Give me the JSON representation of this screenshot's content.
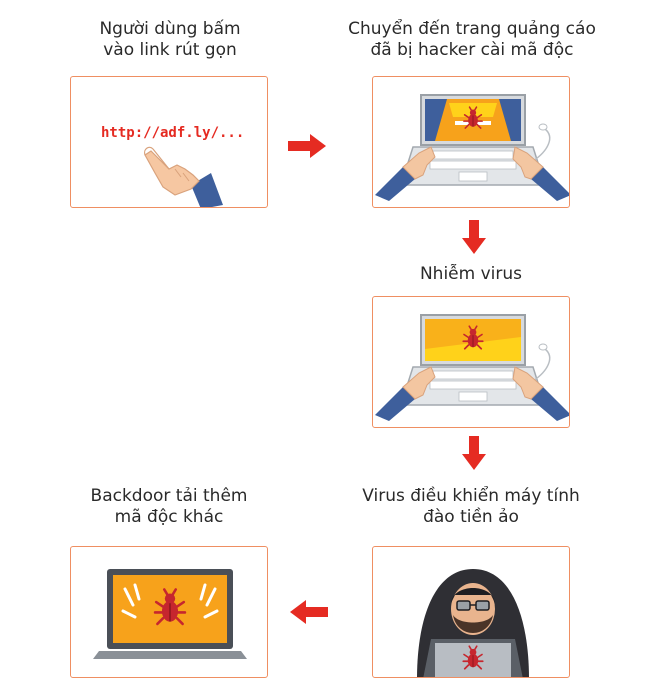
{
  "colors": {
    "panel_border": "#ef8f62",
    "arrow": "#e52b22",
    "url_text": "#e52b22",
    "screen_orange": "#f7a21b",
    "screen_yellow": "#ffd21a",
    "bug_red": "#c6262e",
    "laptop_silver": "#c9cdd2",
    "sleeve_blue": "#3e5f9c"
  },
  "steps": [
    {
      "id": "click",
      "caption_lines": [
        "Người dùng bấm",
        "vào link rút gọn"
      ],
      "url": "http://adf.ly/...",
      "icon": "pointing-hand-icon"
    },
    {
      "id": "redirect",
      "caption_lines": [
        "Chuyển đến trang quảng cáo",
        "đã bị hacker cài mã độc"
      ],
      "icon": "laptop-malicious-ad-icon"
    },
    {
      "id": "infect",
      "caption_lines": [
        "Nhiễm virus"
      ],
      "icon": "laptop-infected-icon"
    },
    {
      "id": "mining",
      "caption_lines": [
        "Virus điều khiển máy tính",
        "đào tiền ảo"
      ],
      "icon": "hacker-icon"
    },
    {
      "id": "backdoor",
      "caption_lines": [
        "Backdoor tải thêm",
        "mã độc khác"
      ],
      "icon": "laptop-alert-bug-icon"
    }
  ],
  "arrows": [
    {
      "from": "click",
      "to": "redirect",
      "direction": "right"
    },
    {
      "from": "redirect",
      "to": "infect",
      "direction": "down"
    },
    {
      "from": "infect",
      "to": "mining",
      "direction": "down"
    },
    {
      "from": "mining",
      "to": "backdoor",
      "direction": "left"
    }
  ]
}
